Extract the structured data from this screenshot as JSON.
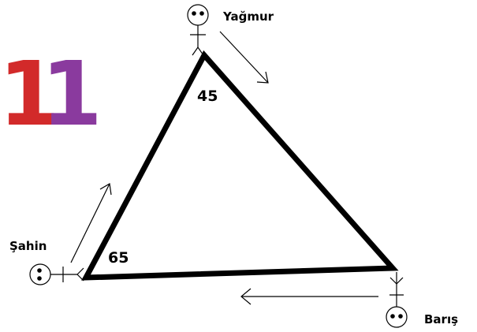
{
  "logo": {
    "digits": [
      "1",
      "1"
    ],
    "colors": [
      "#d22a2a",
      "#8a3a9e"
    ]
  },
  "people": {
    "top": {
      "name": "Yağmur"
    },
    "left": {
      "name": "Şahin"
    },
    "bottom_right": {
      "name": "Barış"
    }
  },
  "angles": {
    "top": "45",
    "bottom_left": "65"
  },
  "colors": {
    "ink": "#000000",
    "background": "#ffffff"
  }
}
